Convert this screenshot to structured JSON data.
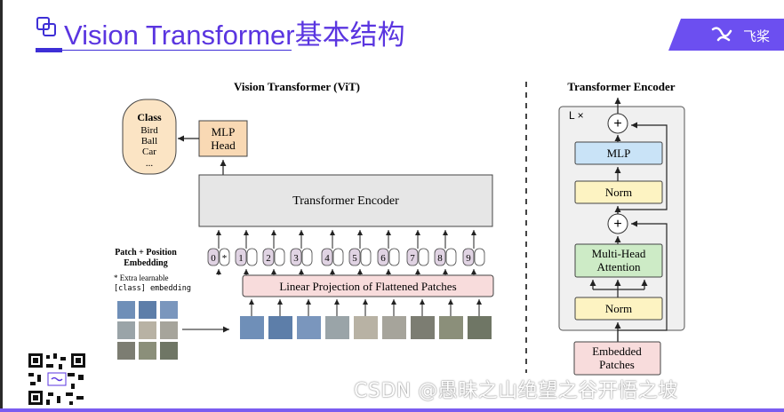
{
  "slide": {
    "title": "Vision Transformer基本结构",
    "brand_text": "飞桨",
    "watermark": "CSDN @愚昧之山绝望之谷开悟之坡"
  },
  "vit": {
    "title": "Vision Transformer (ViT)",
    "class_box": {
      "heading": "Class",
      "items": [
        "Bird",
        "Ball",
        "Car",
        "..."
      ]
    },
    "mlp_head": [
      "MLP",
      "Head"
    ],
    "encoder_label": "Transformer Encoder",
    "patch_pos_label": [
      "Patch + Position",
      "Embedding"
    ],
    "extra_note": [
      "* Extra learnable",
      "[class] embedding"
    ],
    "tokens": [
      "0",
      "1",
      "2",
      "3",
      "4",
      "5",
      "6",
      "7",
      "8",
      "9"
    ],
    "token_star": "*",
    "projection_label": "Linear Projection of Flattened Patches"
  },
  "encoder": {
    "title": "Transformer Encoder",
    "repeat": "L ×",
    "plus": "+",
    "mlp": "MLP",
    "norm_top": "Norm",
    "mha": [
      "Multi-Head",
      "Attention"
    ],
    "norm_bottom": "Norm",
    "embedded": [
      "Embedded",
      "Patches"
    ]
  },
  "colors": {
    "accent": "#5a35e0",
    "mlp_head": "#f9d9b4",
    "class_box": "#fbe4c4",
    "encoder_box": "#e6e6e6",
    "token": "#e0d3e3",
    "projection": "#f8dcdc",
    "mlp_blue": "#c9e3f7",
    "norm_yellow": "#fdf3c2",
    "mha_green": "#cdebc6"
  }
}
